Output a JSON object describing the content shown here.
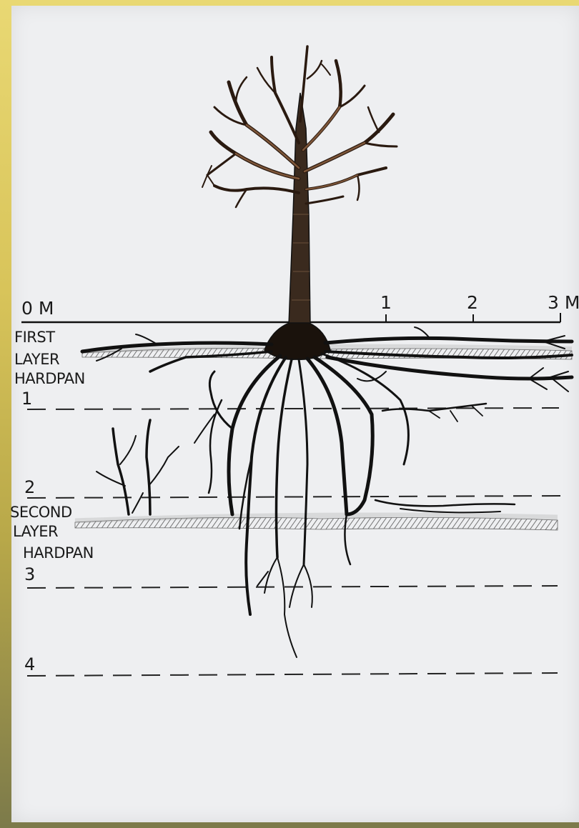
{
  "scale": {
    "start": "0 M",
    "tick1": "1",
    "tick2": "2",
    "end": "3 M"
  },
  "layers": {
    "first": [
      "FIRST",
      "LAYER",
      "HARDPAN"
    ],
    "second": [
      "SECOND",
      "LAYER",
      "HARDPAN"
    ]
  },
  "depth_markers": [
    "1",
    "2",
    "3",
    "4"
  ],
  "colors": {
    "frame": "#e1cf66",
    "paper": "#eeeff1",
    "ink": "#111111",
    "crown": "#8a5a3c",
    "hardpan": "#555555"
  }
}
